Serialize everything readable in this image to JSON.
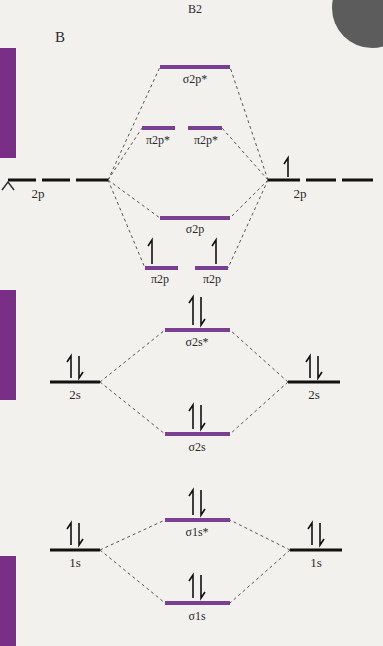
{
  "diagram": {
    "title": "B2",
    "labels": [
      "B",
      "σ2p*",
      "π2p*",
      "π2p*",
      "2p",
      "2p",
      "σ2p",
      "π2p",
      "π2p",
      "σ2s*",
      "2s",
      "2s",
      "σ2s",
      "σ1s*",
      "1s",
      "1s",
      "σ1s"
    ]
  }
}
